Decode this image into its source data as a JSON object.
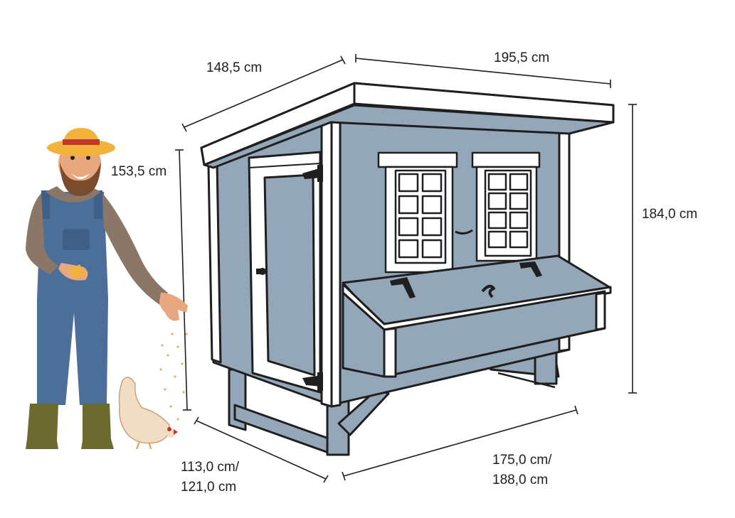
{
  "dimensions": {
    "roof_depth": "148,5 cm",
    "roof_width": "195,5 cm",
    "person_height": "153,5 cm",
    "total_height": "184,0 cm",
    "base_depth_line1": "113,0 cm/",
    "base_depth_line2": "121,0 cm",
    "base_width_line1": "175,0 cm/",
    "base_width_line2": "188,0 cm"
  },
  "colors": {
    "coop_blue": "#93a7b9",
    "outline": "#1f1f1f",
    "trim": "#ffffff",
    "overalls": "#4c6f9a",
    "shirt": "#8a7768",
    "hat": "#f2b33d",
    "boots": "#6b6b2f",
    "chicken": "#f1ddc4"
  },
  "illustration": {
    "figure": "farmer-with-chickenfeed",
    "animal": "chicken",
    "structure": "chicken-coop"
  }
}
